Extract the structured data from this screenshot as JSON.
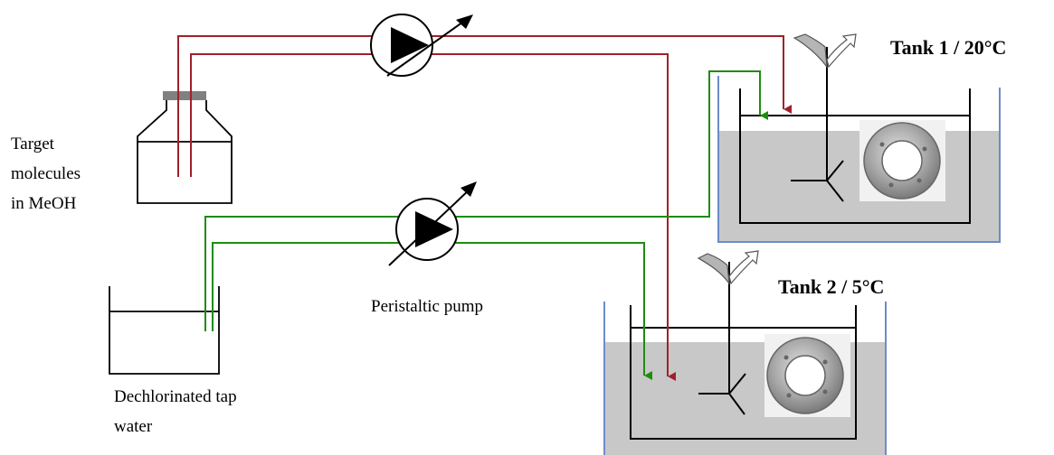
{
  "labels": {
    "target_line1": "Target",
    "target_line2": "molecules",
    "target_line3": "in MeOH",
    "water_line1": "Dechlorinated tap",
    "water_line2": "water",
    "pump": "Peristaltic pump",
    "tank1": "Tank 1 /  20°C",
    "tank2": "Tank 2 / 5°C"
  },
  "colors": {
    "methanol_line": "#A0202C",
    "water_line": "#1E8C10",
    "tank_water": "#C8C8C8",
    "tank_wall": "#6B8CC8",
    "bottle_cap": "#808080"
  },
  "icons": {
    "pump": "peristaltic-pump-icon",
    "stirrer": "rotation-arrow-icon",
    "sample_disc": "metal-ring-sample-icon"
  }
}
